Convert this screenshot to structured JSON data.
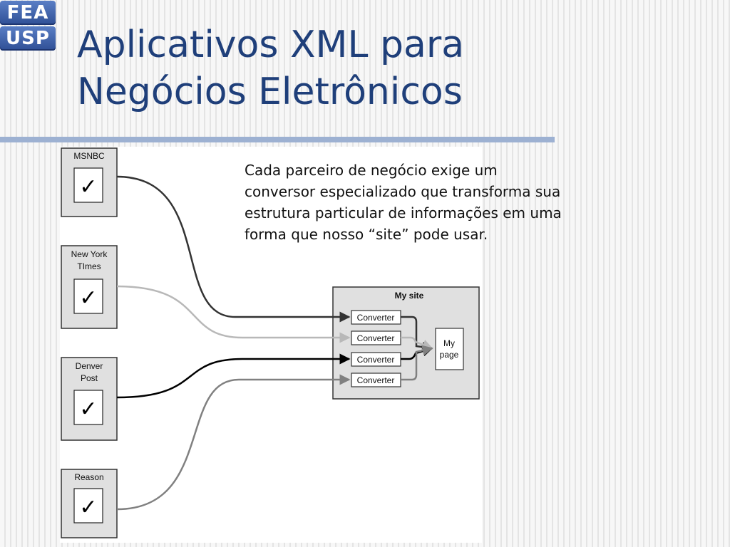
{
  "logo": {
    "line1": "FEA",
    "line2": "USP"
  },
  "title": {
    "line1": "Aplicativos XML para",
    "line2": "Negócios Eletrônicos"
  },
  "body_text": {
    "line1": "Cada parceiro de negócio exige um",
    "line2": "conversor especializado que transforma sua",
    "line3": "estrutura particular de informações em uma",
    "line4": "forma que nosso “site” pode usar."
  },
  "diagram": {
    "sources": [
      {
        "line1": "MSNBC",
        "line2": ""
      },
      {
        "line1": "New York",
        "line2": "TImes"
      },
      {
        "line1": "Denver",
        "line2": "Post"
      },
      {
        "line1": "Reason",
        "line2": ""
      }
    ],
    "site_label": "My site",
    "converter_label": "Converter",
    "page_label": {
      "line1": "My",
      "line2": "page"
    },
    "check_glyph": "✓",
    "colors": {
      "line1": "#333333",
      "line2": "#b8b8b8",
      "line3": "#000000",
      "line4": "#808080"
    }
  },
  "colors": {
    "title": "#1f3f7a",
    "rule": "#9db1d2",
    "logo": "#3b5ea8"
  }
}
